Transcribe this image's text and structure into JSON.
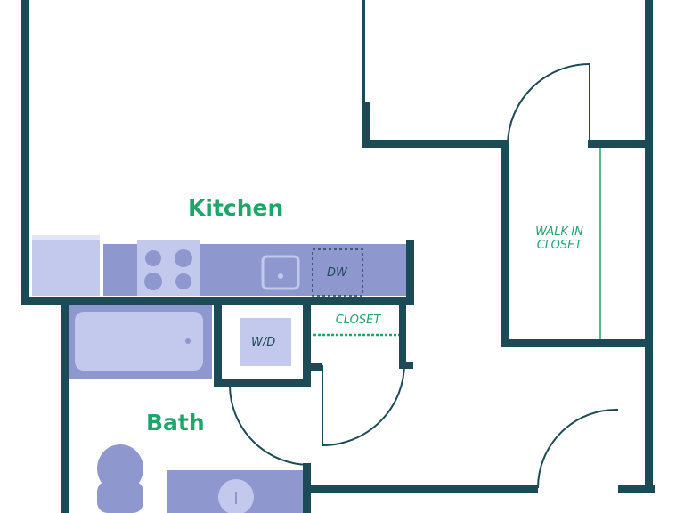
{
  "rooms": {
    "kitchen": "Kitchen",
    "bath": "Bath"
  },
  "closets": {
    "walk_in_line1": "WALK-IN",
    "walk_in_line2": "CLOSET",
    "closet": "CLOSET"
  },
  "fixtures": {
    "dishwasher": "DW",
    "washer_dryer": "W/D"
  },
  "colors": {
    "wall": "#1d4a57",
    "counter": "#8f97cf",
    "fixture": "#c2c9ec",
    "label": "#1fa46a"
  }
}
